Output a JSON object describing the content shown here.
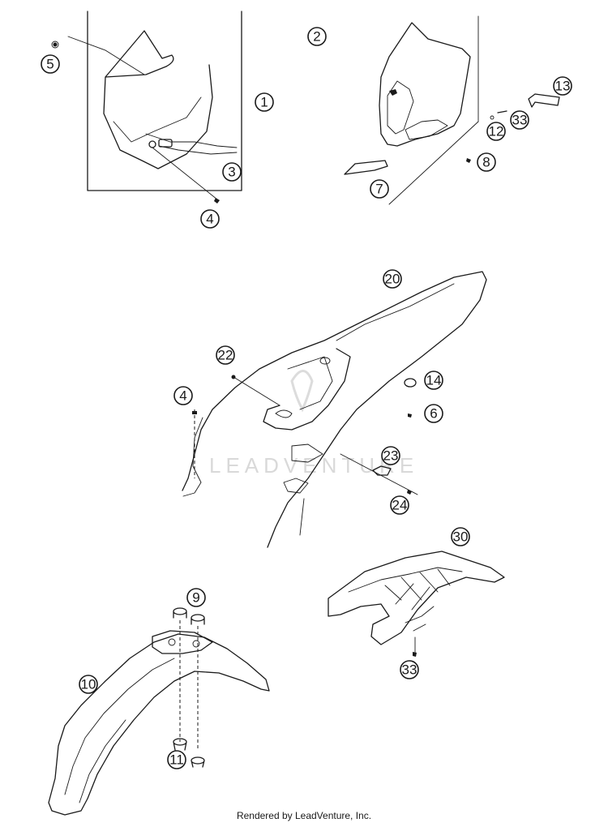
{
  "callouts": [
    {
      "id": "c1",
      "label": "1"
    },
    {
      "id": "c2",
      "label": "2"
    },
    {
      "id": "c3",
      "label": "3"
    },
    {
      "id": "c4a",
      "label": "4"
    },
    {
      "id": "c4b",
      "label": "4"
    },
    {
      "id": "c5",
      "label": "5"
    },
    {
      "id": "c6",
      "label": "6"
    },
    {
      "id": "c7",
      "label": "7"
    },
    {
      "id": "c8",
      "label": "8"
    },
    {
      "id": "c9",
      "label": "9"
    },
    {
      "id": "c10",
      "label": "10"
    },
    {
      "id": "c11",
      "label": "11"
    },
    {
      "id": "c12",
      "label": "12"
    },
    {
      "id": "c13",
      "label": "13"
    },
    {
      "id": "c14",
      "label": "14"
    },
    {
      "id": "c20",
      "label": "20"
    },
    {
      "id": "c22",
      "label": "22"
    },
    {
      "id": "c23",
      "label": "23"
    },
    {
      "id": "c24",
      "label": "24"
    },
    {
      "id": "c30",
      "label": "30"
    },
    {
      "id": "c33a",
      "label": "33"
    },
    {
      "id": "c33b",
      "label": "33"
    }
  ],
  "watermark": {
    "text": "LEADVENTURE"
  },
  "footer": {
    "text": "Rendered by LeadVenture, Inc."
  }
}
